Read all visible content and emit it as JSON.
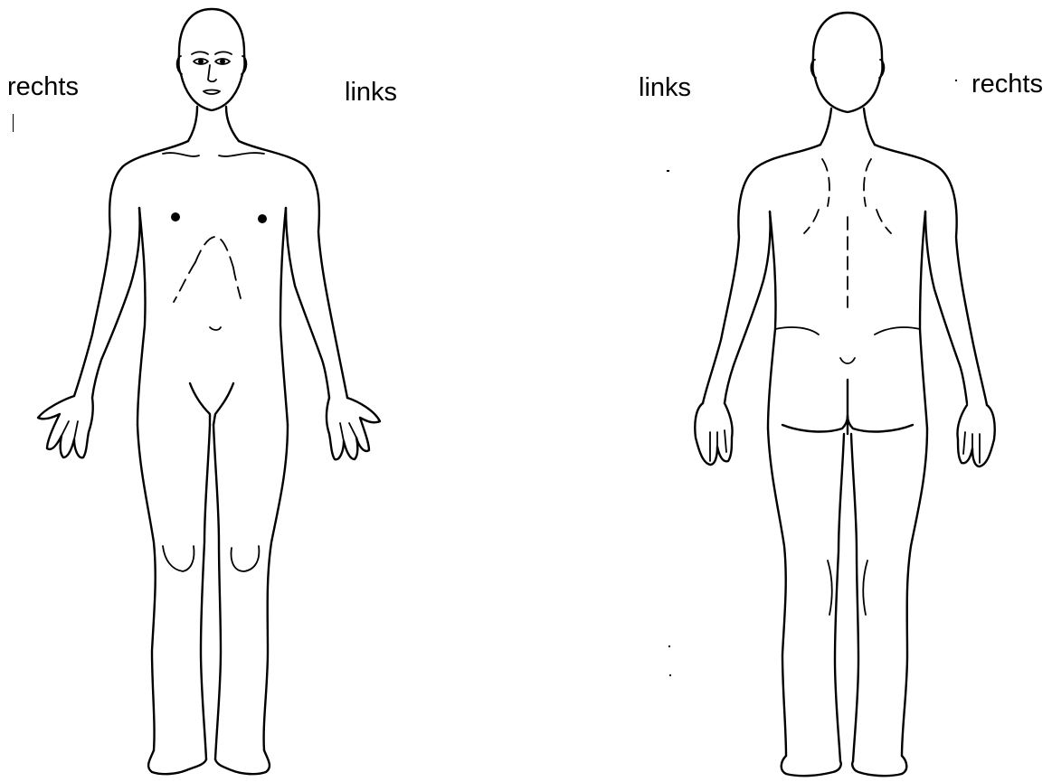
{
  "labels": {
    "front_right": "rechts",
    "front_left": "links",
    "back_left": "links",
    "back_right": "rechts"
  },
  "figures": {
    "front": {
      "view": "front",
      "icon": "human-body-front-outline"
    },
    "back": {
      "view": "back",
      "icon": "human-body-back-outline"
    }
  },
  "colors": {
    "background": "#ffffff",
    "ink": "#000000"
  }
}
